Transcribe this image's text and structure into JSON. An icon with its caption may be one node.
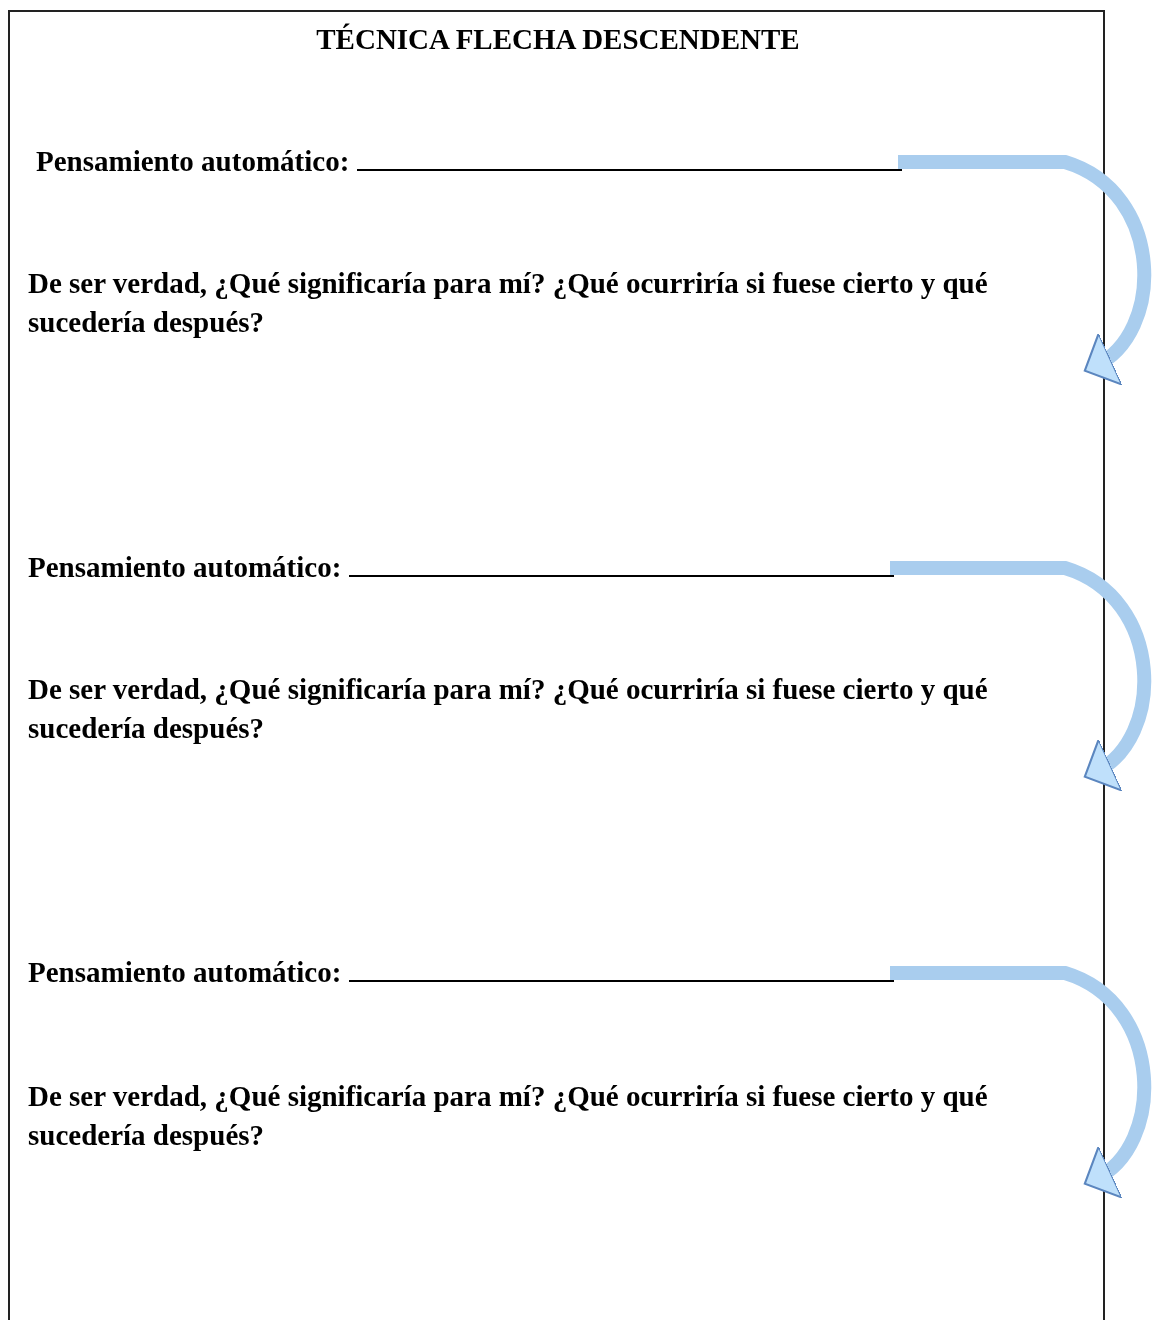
{
  "diagram": {
    "title": "TÉCNICA FLECHA DESCENDENTE",
    "nodes": [
      {
        "text": [
          "Pensamiento automático:"
        ]
      },
      {
        "text": [
          "De ser verdad, ¿Qué significaría para mí? ¿Qué ocurriría si fuese cierto y qué sucedería después?"
        ]
      },
      {
        "text": [
          "Pensamiento automático:"
        ]
      },
      {
        "text": [
          "De ser verdad, ¿Qué significaría para mí? ¿Qué ocurriría si fuese cierto y qué sucedería después?"
        ]
      },
      {
        "text": [
          "Pensamiento automático:"
        ]
      },
      {
        "text": [
          "De ser verdad, ¿Qué significaría para mí? ¿Qué ocurriría si fuese cierto y qué sucedería después?"
        ]
      }
    ],
    "edges": [
      {
        "from": 0,
        "to": 1,
        "arrow": "to"
      },
      {
        "from": 2,
        "to": 3,
        "arrow": "to"
      },
      {
        "from": 4,
        "to": 5,
        "arrow": "to"
      }
    ]
  }
}
